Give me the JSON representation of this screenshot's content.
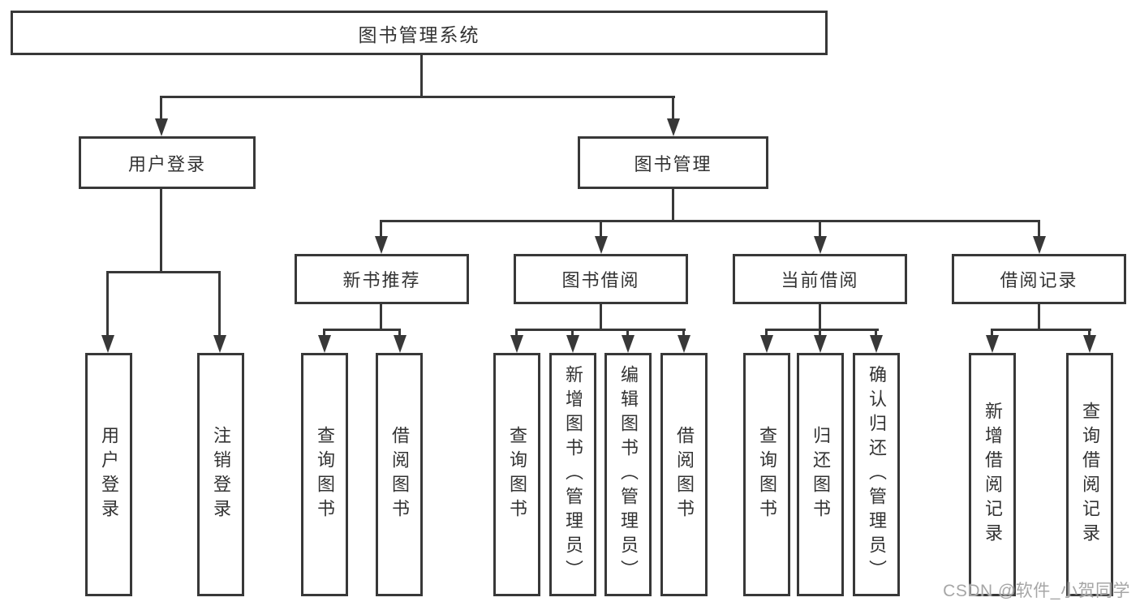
{
  "diagram": {
    "root": "图书管理系统",
    "branches": {
      "user_login": "用户登录",
      "book_management": "图书管理"
    },
    "modules": {
      "new_book_recommend": "新书推荐",
      "book_borrowing": "图书借阅",
      "current_borrowing": "当前借阅",
      "borrowing_records": "借阅记录"
    },
    "leaves": {
      "user_login": "用户登录",
      "logout": "注销登录",
      "nbr_query_books": "查询图书",
      "nbr_borrow_books": "借阅图书",
      "bb_query_books": "查询图书",
      "bb_add_books": "新增图书（管理员）",
      "bb_edit_books": "编辑图书（管理员）",
      "bb_borrow_books": "借阅图书",
      "cb_query_books": "查询图书",
      "cb_return_books": "归还图书",
      "cb_confirm_return": "确认归还（管理员）",
      "br_add_record": "新增借阅记录",
      "br_query_record": "查询借阅记录"
    }
  },
  "watermark": {
    "text": "CSDN @软件_小贺同学"
  },
  "colors": {
    "line": "#383838",
    "text": "#333333",
    "watermark": "#a6a6a6",
    "background": "#ffffff"
  }
}
